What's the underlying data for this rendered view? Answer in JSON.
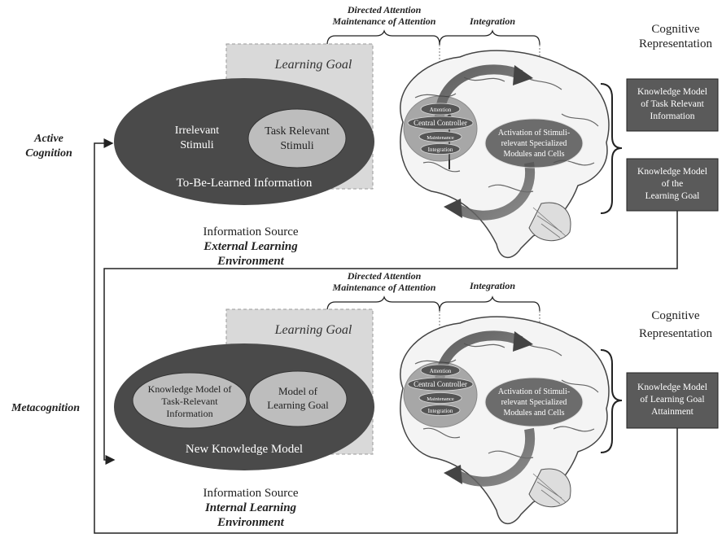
{
  "top": {
    "bracket_attention_line1": "Directed Attention",
    "bracket_attention_line2": "Maintenance of Attention",
    "bracket_integration": "Integration",
    "learning_goal": "Learning Goal",
    "irrelevant_line1": "Irrelevant",
    "irrelevant_line2": "Stimuli",
    "task_relevant_line1": "Task Relevant",
    "task_relevant_line2": "Stimuli",
    "ellipse_caption": "To-Be-Learned Information",
    "source_line1": "Information Source",
    "source_line2": "External Learning",
    "source_line3": "Environment",
    "cognitive_line1": "Cognitive",
    "cognitive_line2": "Representation",
    "box1_line1": "Knowledge Model",
    "box1_line2": "of Task Relevant",
    "box1_line3": "Information",
    "box2_line1": "Knowledge Model",
    "box2_line2": "of the",
    "box2_line3": "Learning Goal",
    "side_label_line1": "Active",
    "side_label_line2": "Cognition"
  },
  "bottom": {
    "bracket_attention_line1": "Directed Attention",
    "bracket_attention_line2": "Maintenance of Attention",
    "bracket_integration": "Integration",
    "learning_goal": "Learning Goal",
    "left_inner_line1": "Knowledge Model of",
    "left_inner_line2": "Task-Relevant",
    "left_inner_line3": "Information",
    "right_inner_line1": "Model of",
    "right_inner_line2": "Learning Goal",
    "ellipse_caption": "New Knowledge Model",
    "source_line1": "Information Source",
    "source_line2": "Internal Learning",
    "source_line3": "Environment",
    "cognitive_line1": "Cognitive",
    "cognitive_line2": "Representation",
    "box1_line1": "Knowledge Model",
    "box1_line2": "of Learning Goal",
    "box1_line3": "Attainment",
    "side_label": "Metacognition"
  },
  "brain": {
    "attention": "Attention",
    "central_controller": "Central Controller",
    "maintenance": "Maintenance",
    "integration": "Integration",
    "activation_line1": "Activation of Stimuli-",
    "activation_line2": "relevant Specialized",
    "activation_line3": "Modules and Cells"
  },
  "colors": {
    "dark_ellipse": "#4a4a4a",
    "light_ellipse": "#bdbdbd",
    "goal_square": "#d9d9d9",
    "box_fill": "#5a5a5a"
  }
}
